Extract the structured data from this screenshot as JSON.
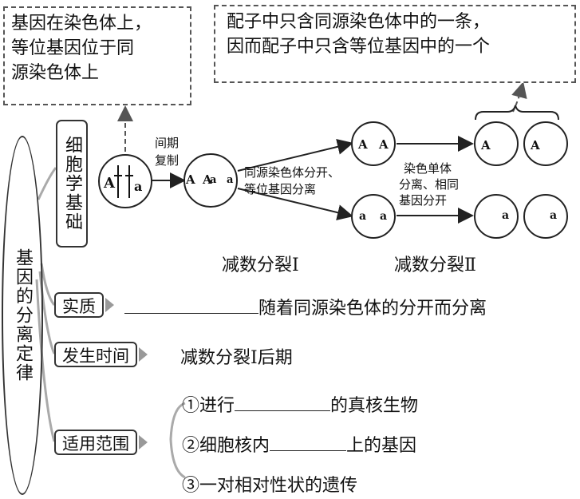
{
  "note_left": [
    "基因在染色体上，",
    "等位基因位于同",
    "源染色体上"
  ],
  "note_right": [
    "配子中只含同源染色体中的一条，",
    "因而配子中只含等位基因中的一个"
  ],
  "main_label": "基因的分离定律",
  "basis_label": "细胞学基础",
  "interphase_label": [
    "间期",
    "复制"
  ],
  "meiosis1_label": [
    "同源染色体分开、",
    "等位基因分离"
  ],
  "meiosis2_label": [
    "染色单体",
    "分离、相同",
    "基因分开"
  ],
  "stage_labels": {
    "m1": "减数分裂Ⅰ",
    "m2": "减数分裂Ⅱ"
  },
  "cells": {
    "start": [
      "A",
      "a"
    ],
    "replicated": [
      "A",
      "A",
      "a",
      "a"
    ],
    "m1_top": [
      "A",
      "A"
    ],
    "m1_bottom": [
      "a",
      "a"
    ],
    "gametes": [
      "A",
      "A",
      "a",
      "a"
    ]
  },
  "essence": {
    "label": "实质",
    "text": "随着同源染色体的分开而分离"
  },
  "timing": {
    "label": "发生时间",
    "text": "减数分裂Ⅰ后期"
  },
  "scope": {
    "label": "适用范围",
    "item1_prefix": "①进行",
    "item1_suffix": "的真核生物",
    "item2_prefix": "②细胞核内",
    "item2_suffix": "上的基因",
    "item3": "③一对相对性状的遗传"
  }
}
